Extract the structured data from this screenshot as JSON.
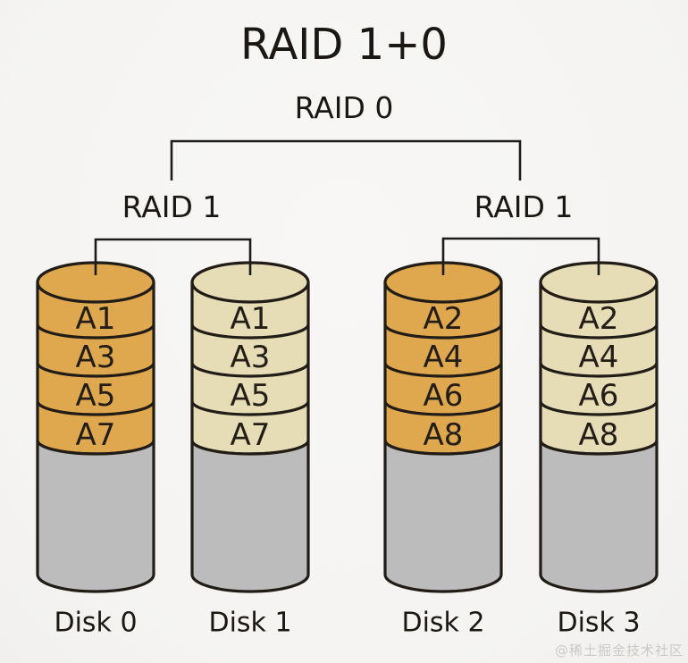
{
  "title": "RAID 1+0",
  "raid0": {
    "label": "RAID 0"
  },
  "raid1_groups": [
    {
      "label": "RAID 1",
      "disks": [
        {
          "name": "Disk 0",
          "fill": "#dfa84f",
          "segments": [
            "A1",
            "A3",
            "A5",
            "A7"
          ]
        },
        {
          "name": "Disk 1",
          "fill": "#e6dcb6",
          "segments": [
            "A1",
            "A3",
            "A5",
            "A7"
          ]
        }
      ]
    },
    {
      "label": "RAID 1",
      "disks": [
        {
          "name": "Disk 2",
          "fill": "#dfa84f",
          "segments": [
            "A2",
            "A4",
            "A6",
            "A8"
          ]
        },
        {
          "name": "Disk 3",
          "fill": "#e6dcb6",
          "segments": [
            "A2",
            "A4",
            "A6",
            "A8"
          ]
        }
      ]
    }
  ],
  "colors": {
    "disk_unused_body": "#bdbcbc",
    "outline": "#211c16",
    "bracket_line": "#1b1b1b",
    "background": "#f6f5f3",
    "text": "#1b1713",
    "watermark_text": "#cbc8c5"
  },
  "watermark": "@稀土掘金技术社区"
}
